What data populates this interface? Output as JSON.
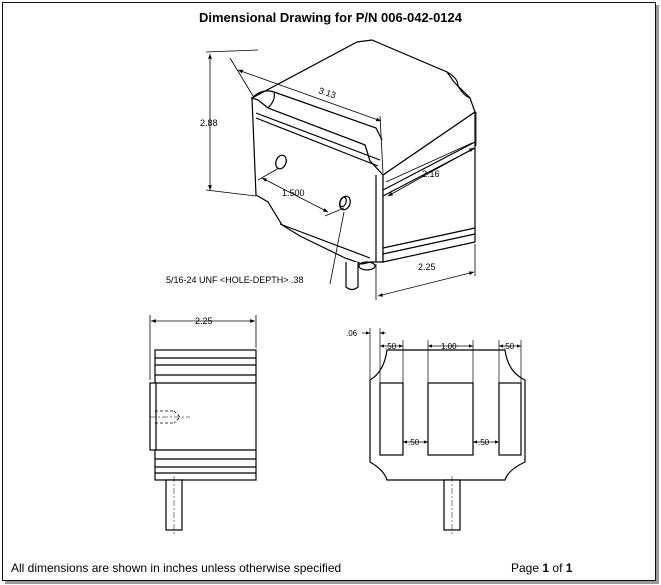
{
  "title": "Dimensional Drawing for P/N 006-042-0124",
  "footer": {
    "note": "All dimensions are shown in inches unless otherwise specified",
    "page_prefix": "Page",
    "page_current": "1",
    "page_of": "of",
    "page_total": "1"
  },
  "iso_view": {
    "dim_width": "3.13",
    "dim_height": "2.88",
    "dim_depth": "2.16",
    "dim_hole_spacing": "1.500",
    "dim_face_width": "2.25",
    "hole_callout": "5/16-24 UNF <HOLE-DEPTH> .38"
  },
  "side_view": {
    "dim_width": "2.25"
  },
  "front_view": {
    "dim_edge": ".06",
    "dim_left_top": ".50",
    "dim_center": "1.00",
    "dim_right_top": ".50",
    "dim_left_inner": ".50",
    "dim_right_inner": ".50"
  }
}
